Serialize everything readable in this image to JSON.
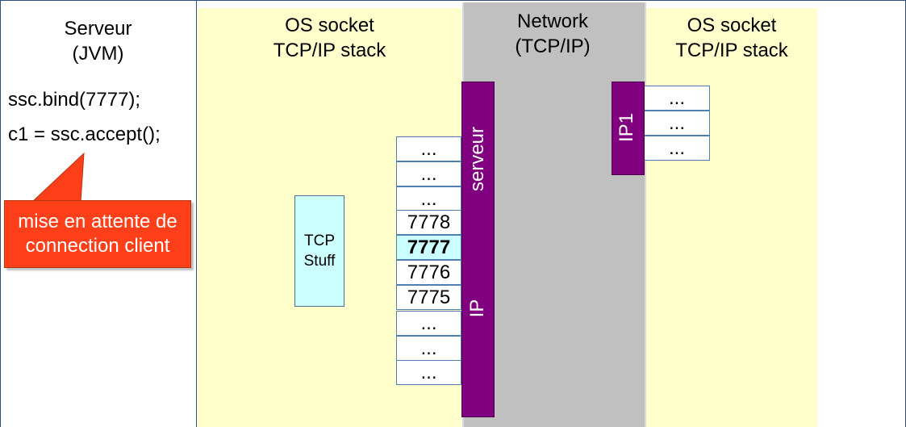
{
  "server_panel": {
    "title_line1": "Serveur",
    "title_line2": "(JVM)",
    "code_line1": "ssc.bind(7777);",
    "code_line2": "c1 = ssc.accept();",
    "callout_line1": "mise en attente de",
    "callout_line2": "connection client"
  },
  "left_stack": {
    "title_line1": "OS socket",
    "title_line2": "TCP/IP stack",
    "tcp_stuff_line1": "TCP",
    "tcp_stuff_line2": "Stuff",
    "ports": [
      "...",
      "...",
      "...",
      "7778",
      "7777",
      "7776",
      "7775",
      "...",
      "...",
      "..."
    ],
    "highlighted_port": "7777",
    "server_label": "serveur",
    "ip_label": "IP"
  },
  "network": {
    "title_line1": "Network",
    "title_line2": "(TCP/IP)"
  },
  "right_stack": {
    "title_line1": "OS socket",
    "title_line2": "TCP/IP stack",
    "ip_label": "IP1",
    "ports": [
      "...",
      "...",
      "..."
    ]
  },
  "colors": {
    "callout": "#ff3f1a",
    "stack_bg": "#ffffcc",
    "network_bg": "#c0c0c0",
    "purple": "#800080",
    "tcp_stuff": "#ccffff"
  }
}
